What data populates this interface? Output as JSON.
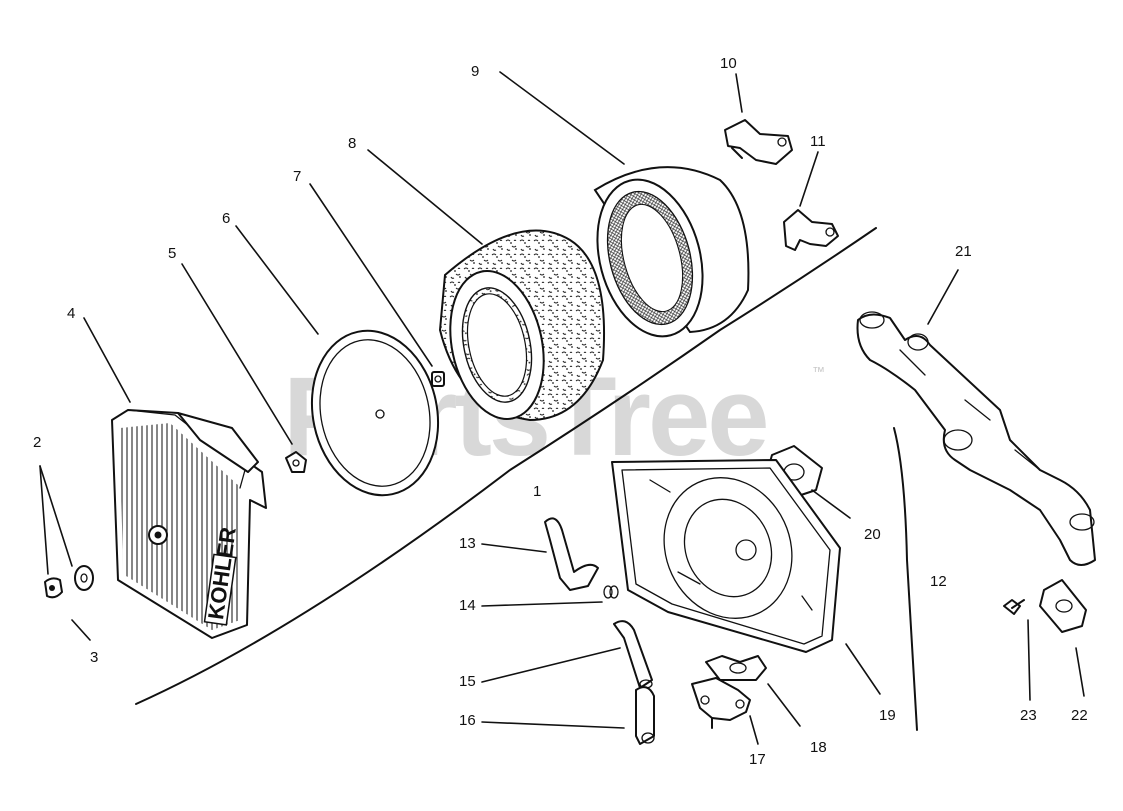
{
  "watermark": {
    "text": "PartsTree",
    "trademark": "™"
  },
  "logo_text": "KOHLER",
  "callouts": {
    "c1": "1",
    "c2": "2",
    "c3": "3",
    "c4": "4",
    "c5": "5",
    "c6": "6",
    "c7": "7",
    "c8": "8",
    "c9": "9",
    "c10": "10",
    "c11": "11",
    "c12": "12",
    "c13": "13",
    "c14": "14",
    "c15": "15",
    "c16": "16",
    "c17": "17",
    "c18": "18",
    "c19": "19",
    "c20": "20",
    "c21": "21",
    "c22": "22",
    "c23": "23"
  }
}
